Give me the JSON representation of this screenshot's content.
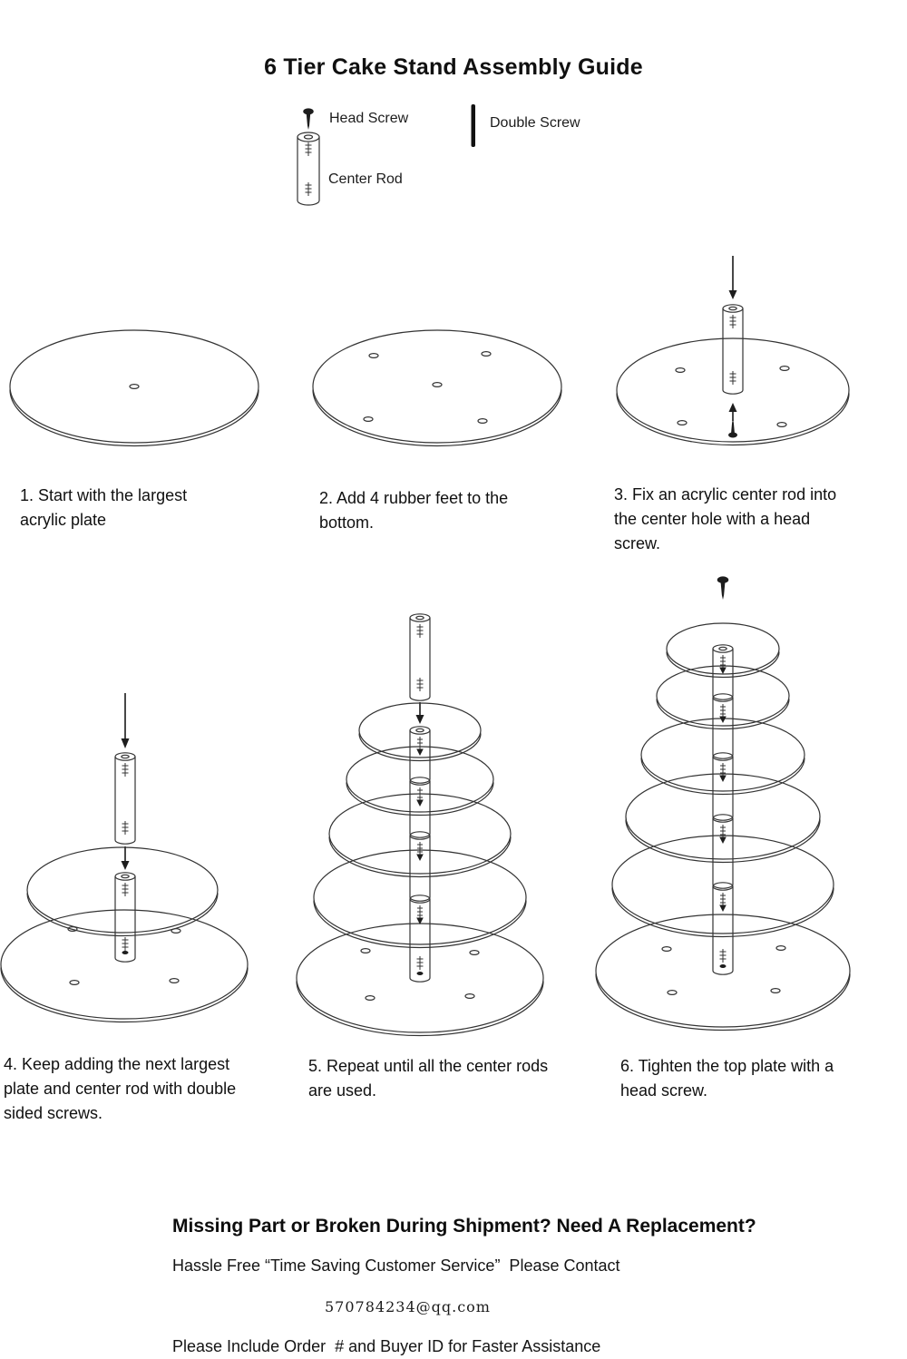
{
  "page": {
    "title": "6 Tier Cake Stand Assembly Guide"
  },
  "colors": {
    "ink": "#1d1d1d",
    "background": "#ffffff"
  },
  "legend": {
    "items": [
      {
        "icon": "head-screw-icon",
        "label": "Head Screw"
      },
      {
        "icon": "double-screw-icon",
        "label": "Double Screw"
      },
      {
        "icon": "center-rod-icon",
        "label": "Center Rod"
      }
    ]
  },
  "steps": [
    {
      "number": 1,
      "caption": "1. Start with the largest acrylic plate"
    },
    {
      "number": 2,
      "caption": "2. Add 4 rubber feet to the bottom."
    },
    {
      "number": 3,
      "caption": "3. Fix an acrylic center rod into the center hole with a head screw."
    },
    {
      "number": 4,
      "caption": "4. Keep adding the next largest plate and center rod with double sided screws."
    },
    {
      "number": 5,
      "caption": "5. Repeat until all the center rods are used."
    },
    {
      "number": 6,
      "caption": "6. Tighten the top plate with a head screw."
    }
  ],
  "footer": {
    "heading": "Missing Part or Broken During Shipment? Need A Replacement?",
    "contact_line": "Hassle Free “Time Saving Customer Service”  Please Contact",
    "email": "570784234@qq.com",
    "order_line": "Please Include Order  # and Buyer ID for Faster Assistance"
  }
}
